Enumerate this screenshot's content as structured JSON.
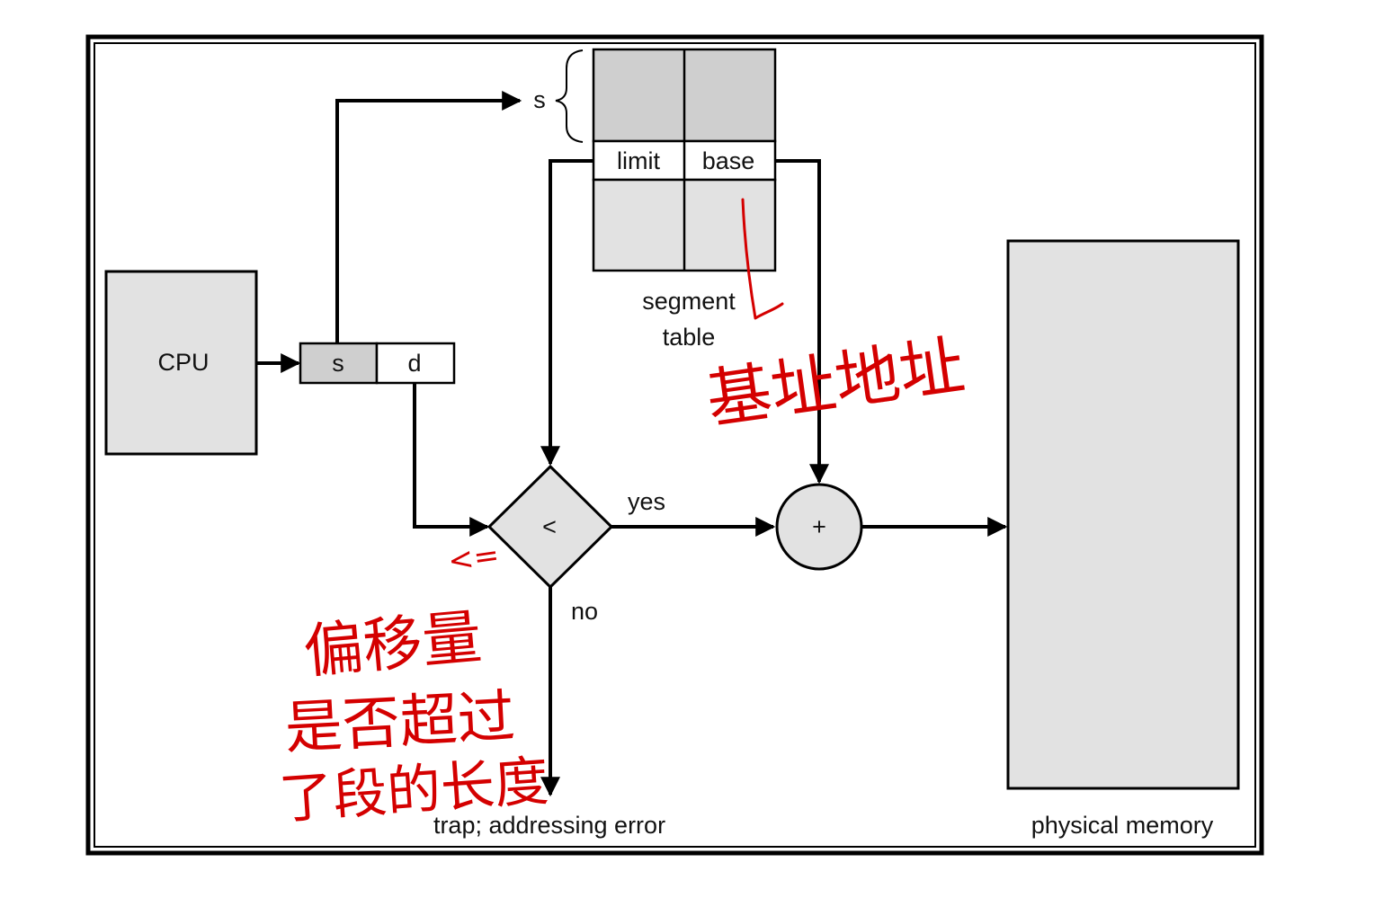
{
  "colors": {
    "box_fill": "#e2e2e2",
    "entry_fill": "#cfcfcf",
    "line": "#000000",
    "annotation": "#d40000"
  },
  "cpu": {
    "label": "CPU"
  },
  "logical_address": {
    "segment_field": "s",
    "offset_field": "d"
  },
  "segment_table": {
    "selector_label": "s",
    "columns": [
      "limit",
      "base"
    ],
    "caption_line1": "segment",
    "caption_line2": "table"
  },
  "comparator": {
    "symbol": "<",
    "yes_label": "yes",
    "no_label": "no"
  },
  "adder": {
    "symbol": "+"
  },
  "trap": {
    "label": "trap; addressing error"
  },
  "physical_memory": {
    "label": "physical  memory"
  },
  "annotations": {
    "base_note": "基址地址",
    "le_note": "<=",
    "offset_note_line1": "偏移量",
    "offset_note_line2": "是否超过",
    "offset_note_line3": "了段的长度"
  }
}
